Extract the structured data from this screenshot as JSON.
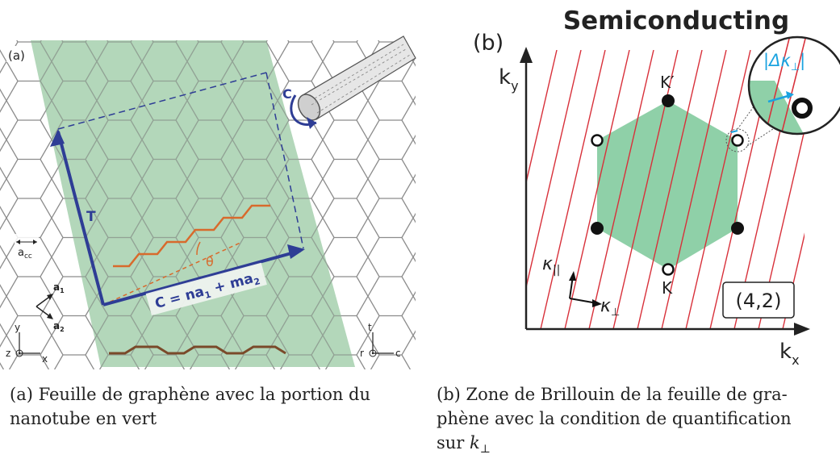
{
  "panel_a": {
    "label": "(a)",
    "c_short": "C",
    "T_label": "T",
    "theta": "θ",
    "a_cc": "a",
    "a_cc_sub": "cc",
    "a1": "a",
    "a1_sub": "1",
    "a2": "a",
    "a2_sub": "2",
    "eq": "C = na",
    "eq_sub1": "1",
    "eq_mid": " + ma",
    "eq_sub2": "2",
    "axis_y": "y",
    "axis_z": "z",
    "axis_x": "x",
    "axis_t": "t",
    "axis_r": "r",
    "axis_c": "c",
    "colors": {
      "green": "#9ecca6",
      "blue": "#2e3d95",
      "orange": "#d86a2c",
      "brown": "#7a4a2a"
    }
  },
  "panel_b": {
    "title": "Semiconducting",
    "label": "(b)",
    "ky": "k",
    "ky_sub": "y",
    "kx": "k",
    "kx_sub": "x",
    "K_prime": "K′",
    "K": "K",
    "kappa_par": "κ",
    "kappa_par_sub": "||",
    "kappa_perp": "κ",
    "kappa_perp_sub": "⊥",
    "delta": "|Δκ",
    "delta_sub": "⊥",
    "delta_end": "|",
    "chirality": "(4,2)",
    "colors": {
      "green": "#8fd0a8",
      "red": "#d8303a",
      "cyan": "#1aa3e0"
    }
  },
  "captions": {
    "a_line1": "(a) Feuille de graphène avec la portion du",
    "a_line2": "nanotube en vert",
    "b_line1": "(b) Zone de Brillouin de la feuille de gra-",
    "b_line2": "phène avec la condition de quantification",
    "b_line3_pre": "sur ",
    "b_line3_k": "k",
    "b_line3_sub": "⊥"
  }
}
